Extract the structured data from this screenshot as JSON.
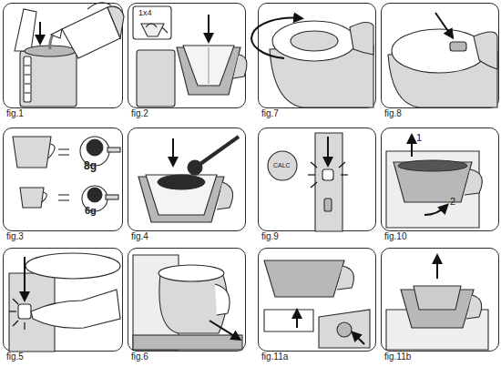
{
  "diagram": {
    "nodes": [
      {
        "text": [
          "fig.1"
        ]
      },
      {
        "text": [
          "fig.2"
        ]
      },
      {
        "text": [
          "fig.7"
        ]
      },
      {
        "text": [
          "fig.8"
        ]
      },
      {
        "text": [
          "fig.3"
        ]
      },
      {
        "text": [
          "fig.4"
        ]
      },
      {
        "text": [
          "fig.9"
        ]
      },
      {
        "text": [
          "fig.10"
        ]
      },
      {
        "text": [
          "fig.5"
        ]
      },
      {
        "text": [
          "fig.6"
        ]
      },
      {
        "text": [
          "fig.11a"
        ]
      },
      {
        "text": [
          "fig.11b"
        ]
      }
    ],
    "labels": [
      "1x4",
      "8g",
      "6g",
      "CALC",
      "1",
      "2"
    ]
  }
}
